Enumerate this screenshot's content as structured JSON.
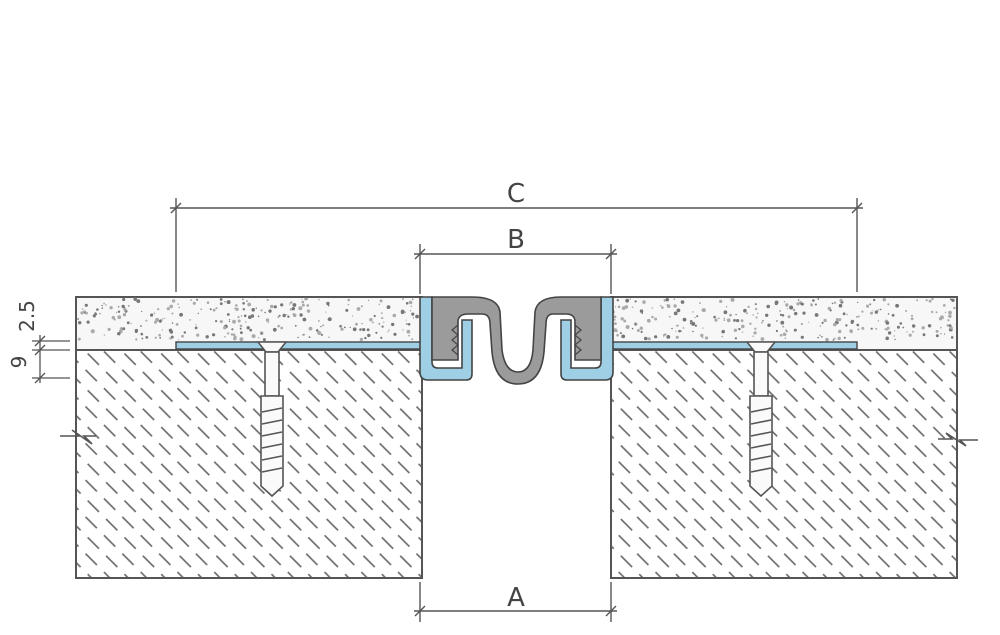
{
  "drawing": {
    "labels": {
      "overall_width": "C",
      "profile_width": "B",
      "gap_width": "A",
      "screed_thickness": "2.5",
      "base_thickness": "9"
    },
    "colors": {
      "outline": "#555555",
      "metal_profile": "#9ecfe4",
      "rubber_insert": "#9b9b9b",
      "screed_fill": "#f7f7f7",
      "hatch": "#666666"
    }
  }
}
